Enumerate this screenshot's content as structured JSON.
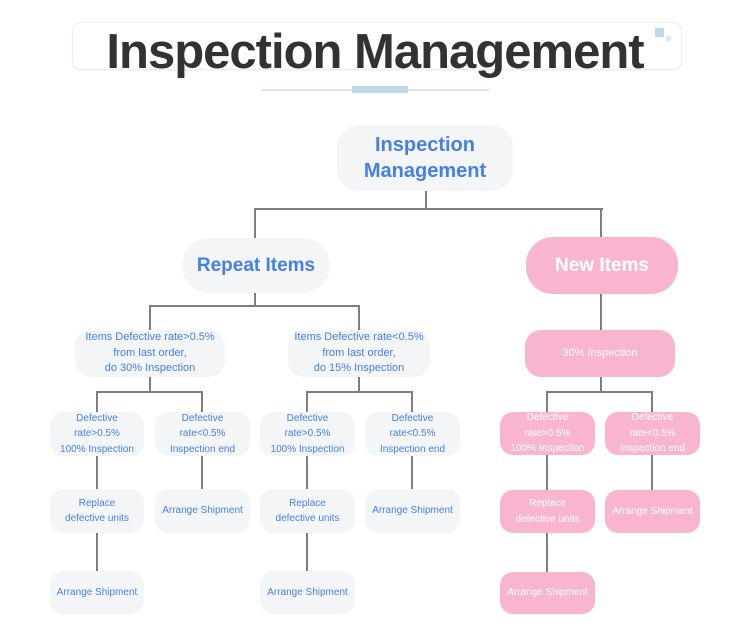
{
  "header": {
    "title": "Inspection Management"
  },
  "colors": {
    "blue": "#4580e8",
    "pink": "#f9b5cf",
    "node_gray": "#f4f5f7",
    "line_gray": "#7e7e7e",
    "underline_light": "#d8e8f2",
    "underline_accent": "#bedae9",
    "title_dark": "#323232"
  },
  "tree": {
    "root": {
      "label": "Inspection Management"
    },
    "repeat": {
      "label": "Repeat Items",
      "branches": [
        {
          "condition": "Items Defective rate>0.5%\nfrom last order,\ndo 30% Inspection",
          "high": {
            "label": "Defective rate>0.5%\n100% Inspection",
            "action": "Replace\ndefective units",
            "final": "Arrange Shipment"
          },
          "low": {
            "label": "Defective rate<0.5%\nInspection end",
            "action": "Arrange Shipment"
          }
        },
        {
          "condition": "Items Defective rate<0.5%\nfrom last order,\ndo 15% Inspection",
          "high": {
            "label": "Defective rate>0.5%\n100% Inspection",
            "action": "Replace\ndefective units",
            "final": "Arrange Shipment"
          },
          "low": {
            "label": "Defective rate<0.5%\nInspection end",
            "action": "Arrange Shipment"
          }
        }
      ]
    },
    "new": {
      "label": "New Items",
      "inspection": "30% Inspection",
      "high": {
        "label": "Defective rate>0.5%\n100% Inspection",
        "action": "Replace\ndefective units",
        "final": "Arrange Shipment"
      },
      "low": {
        "label": "Defective rate<0.5%\nInspection end",
        "action": "Arrange Shipment"
      }
    }
  }
}
